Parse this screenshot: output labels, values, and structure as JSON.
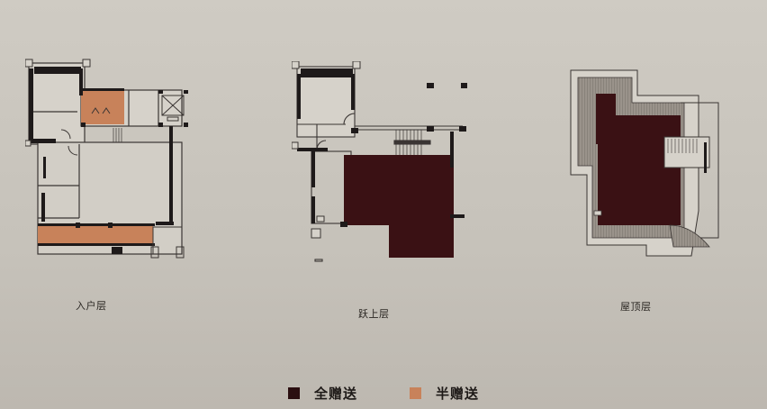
{
  "colors": {
    "background": "#cac6be",
    "full_gift": "#3a1114",
    "half_gift": "#c8825a",
    "wall": "#1e1a1a",
    "roof_hatch": "#8c857e"
  },
  "plans": [
    {
      "id": "entry-floor",
      "label": "入户层"
    },
    {
      "id": "upper-floor",
      "label": "跃上层"
    },
    {
      "id": "roof-floor",
      "label": "屋顶层"
    }
  ],
  "legend": [
    {
      "label": "全赠送",
      "color": "#2a0e10"
    },
    {
      "label": "半赠送",
      "color": "#c8825a"
    }
  ]
}
